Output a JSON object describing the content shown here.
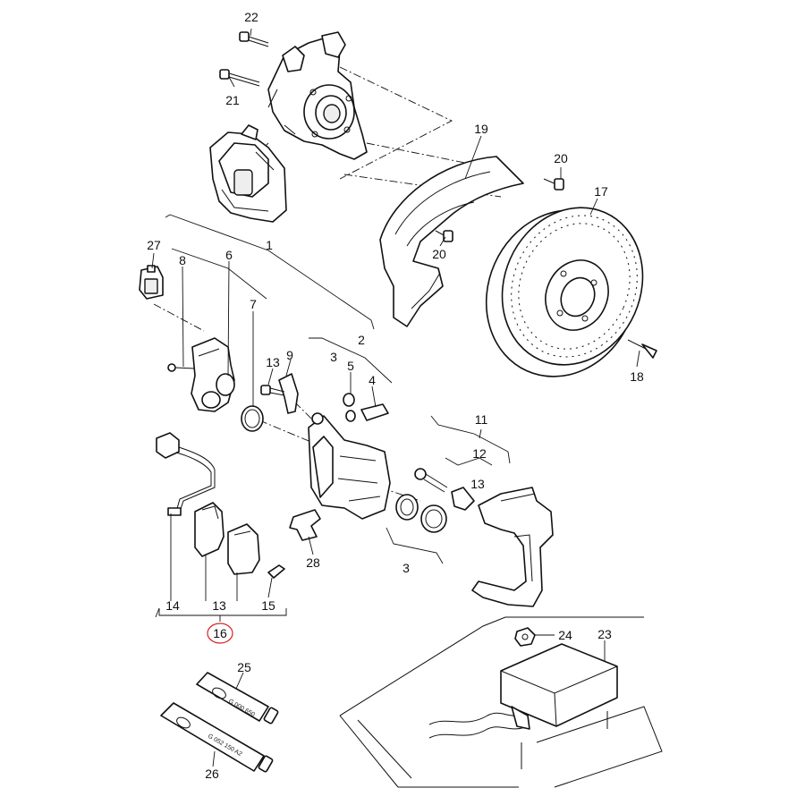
{
  "labels": {
    "l1": "1",
    "l2": "2",
    "l3a": "3",
    "l3b": "3",
    "l4": "4",
    "l5": "5",
    "l6": "6",
    "l7": "7",
    "l8": "8",
    "l9": "9",
    "l11": "11",
    "l12": "12",
    "l13a": "13",
    "l13b": "13",
    "l13c": "13",
    "l14": "14",
    "l15": "15",
    "l16": "16",
    "l17": "17",
    "l18": "18",
    "l19": "19",
    "l20a": "20",
    "l20b": "20",
    "l21": "21",
    "l22": "22",
    "l23": "23",
    "l24": "24",
    "l25": "25",
    "l26": "26",
    "l27": "27",
    "l28": "28"
  },
  "tubes": {
    "t25": "G 000 650",
    "t26": "G 052 150 A2"
  },
  "highlight_color": "#d62020"
}
